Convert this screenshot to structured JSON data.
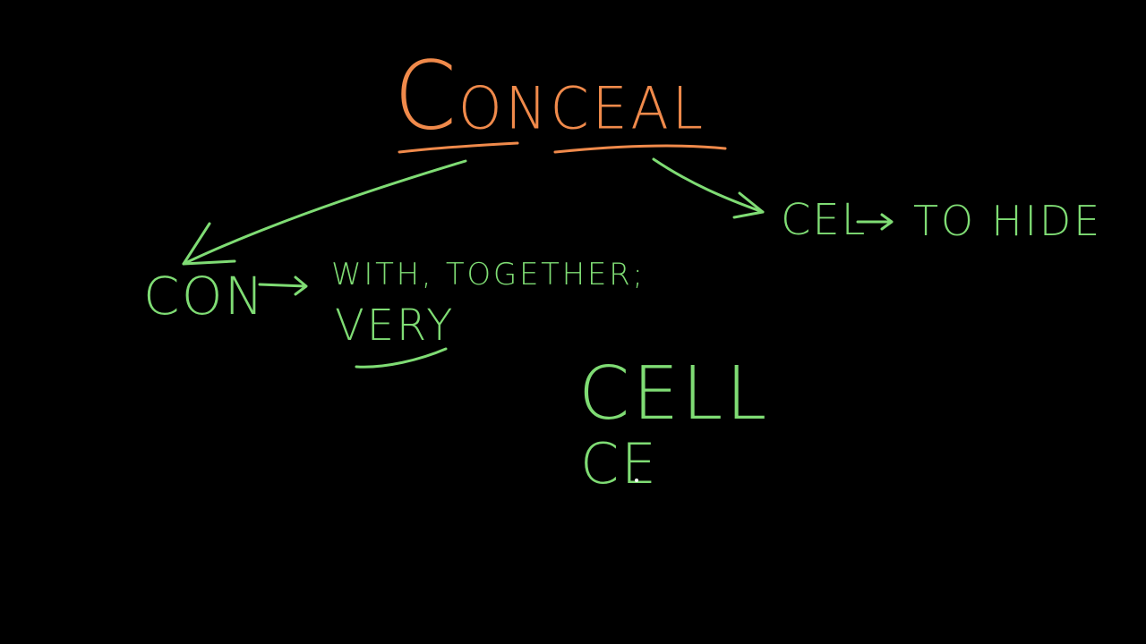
{
  "colors": {
    "background": "#000000",
    "title_ink": "#f08a4b",
    "note_ink": "#7fdc74"
  },
  "title": {
    "first_letter": "C",
    "rest": "ONCEAL"
  },
  "prefix": {
    "text": "CON",
    "meaning_line1": "WITH, TOGETHER;",
    "meaning_line2": "VERY"
  },
  "root": {
    "text": "CEL",
    "meaning": "TO HIDE"
  },
  "examples": [
    "CELL",
    "CE"
  ]
}
